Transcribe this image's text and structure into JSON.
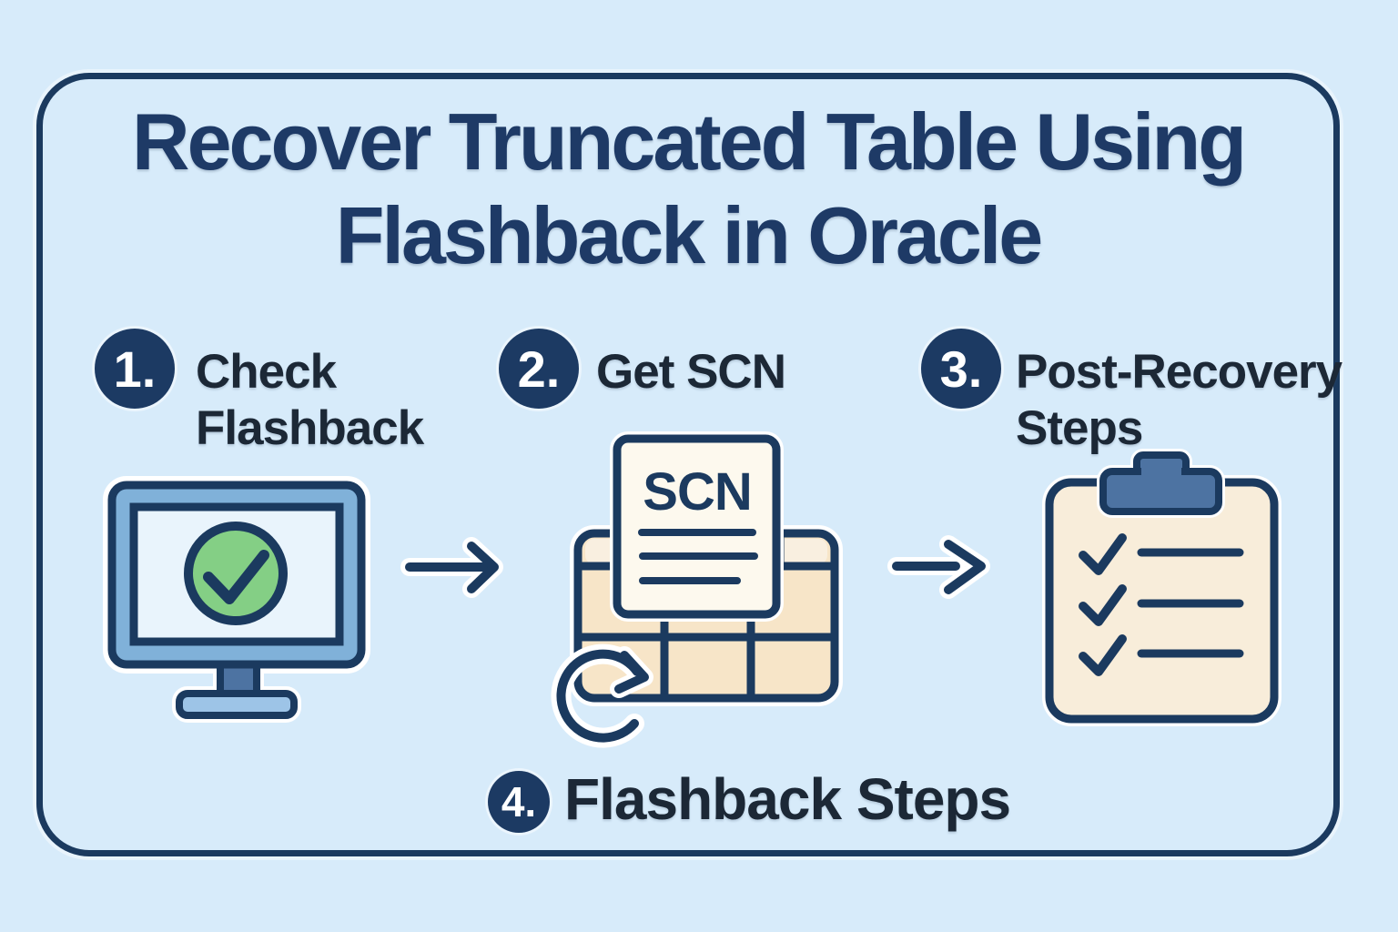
{
  "title": {
    "line1": "Recover Truncated Table Using",
    "line2": "Flashback in Oracle"
  },
  "steps": [
    {
      "number": "1.",
      "label_line1": "Check",
      "label_line2": "Flashback",
      "icon": "monitor-check-icon"
    },
    {
      "number": "2.",
      "label": "Get SCN",
      "icon": "scn-document-table-icon"
    },
    {
      "number": "3.",
      "label_line1": "Post-Recovery",
      "label_line2": "Steps",
      "icon": "clipboard-checklist-icon"
    },
    {
      "number": "4.",
      "label": "Flashback Steps",
      "icon": "flashback-refresh-icon"
    }
  ],
  "scn_document": {
    "label": "SCN"
  },
  "colors": {
    "background": "#d7ebfa",
    "outline_navy": "#1b3a5f",
    "badge_fill": "#1c3a63",
    "title_text": "#1e3a66",
    "label_text": "#1c2836",
    "steel_blue": "#4d73a2",
    "monitor_frame_blue": "#80b1d9",
    "screen_fill": "#e9f4fc",
    "check_green": "#84cf85",
    "monitor_base_blue": "#9dc4e7",
    "table_fill": "#f7e5c8",
    "table_header_fill": "#f9efe0",
    "document_fill": "#fdf9ee",
    "clipboard_fill": "#f8edda"
  }
}
